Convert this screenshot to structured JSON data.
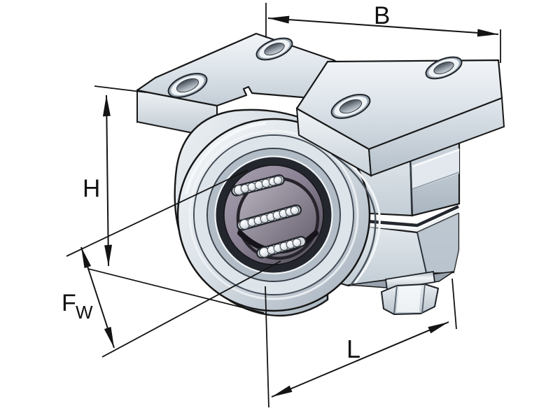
{
  "figure": {
    "alt": "Isometric technical drawing of a flanged linear ball bearing unit shown in section with three visible ball tracks in the bore",
    "background_color": "#ffffff",
    "outline_color": "#141414",
    "metal_light": "#f5f7f9",
    "metal_mid": "#c3ccd5",
    "metal_dark": "#9aa5b1",
    "bore_dark": "#4a4551"
  },
  "dimensions": {
    "B": {
      "label": "B"
    },
    "H": {
      "label": "H"
    },
    "FW": {
      "label": "F",
      "subscript": "W"
    },
    "L": {
      "label": "L"
    }
  }
}
